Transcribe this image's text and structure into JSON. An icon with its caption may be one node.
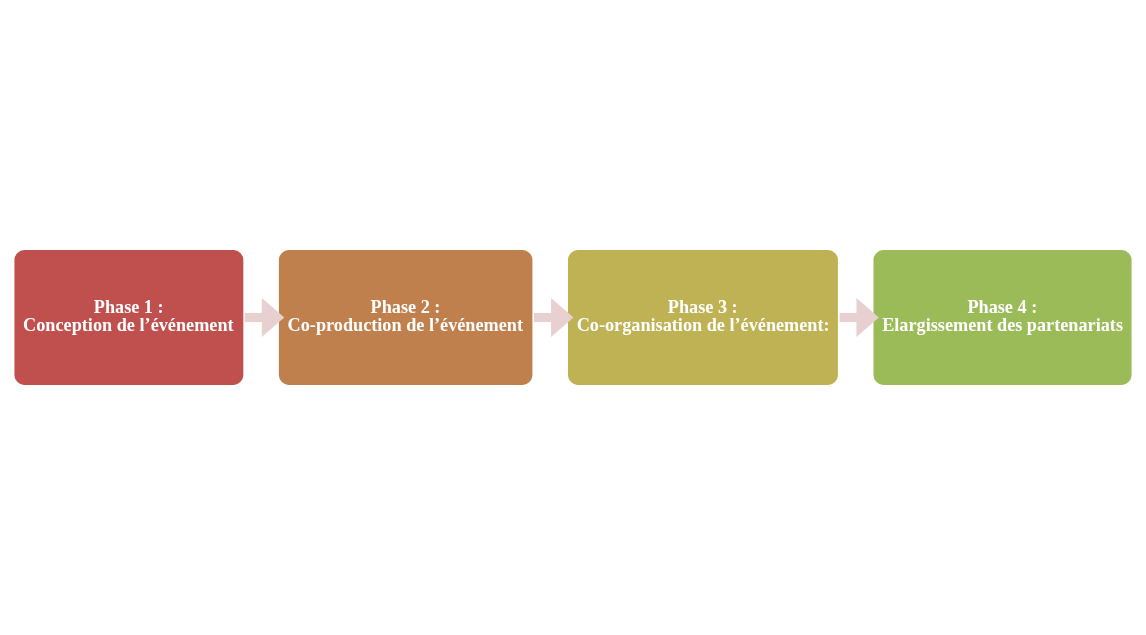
{
  "diagram": {
    "nodes": [
      {
        "text": [
          "Phase 1 :",
          "Conception de l’événement"
        ]
      },
      {
        "text": [
          "Phase 2 :",
          "Co-production de l’événement"
        ]
      },
      {
        "text": [
          "Phase 3 :",
          "Co-organisation de l’événement:"
        ]
      },
      {
        "text": [
          "Phase 4 :",
          "Elargissement des partenariats"
        ]
      }
    ],
    "edges": [
      {
        "from": 0,
        "to": 1,
        "arrow": "to"
      },
      {
        "from": 1,
        "to": 2,
        "arrow": "to"
      },
      {
        "from": 2,
        "to": 3,
        "arrow": "to"
      }
    ]
  }
}
